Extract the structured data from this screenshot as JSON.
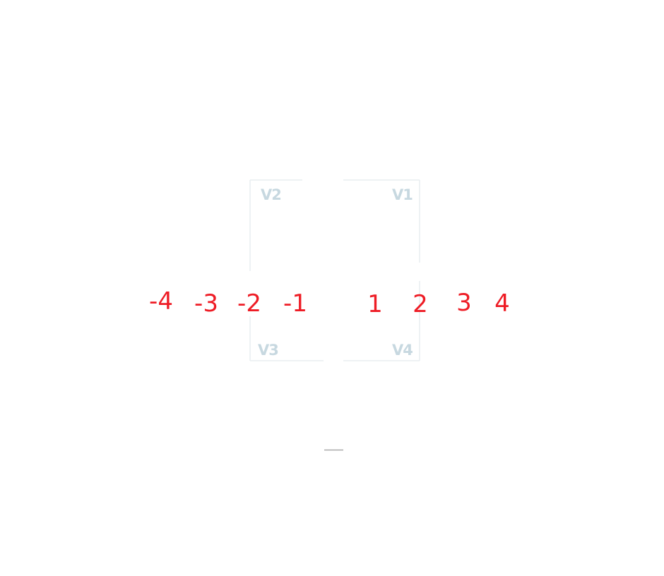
{
  "diagram": {
    "quadrants": [
      {
        "id": "v1",
        "label": "V1"
      },
      {
        "id": "v2",
        "label": "V2"
      },
      {
        "id": "v3",
        "label": "V3"
      },
      {
        "id": "v4",
        "label": "V4"
      }
    ],
    "numbers": [
      "-4",
      "-3",
      "-2",
      "-1",
      "1",
      "2",
      "3",
      "4"
    ],
    "colors": {
      "numbers": "#ee1c25",
      "quadrant_labels": "#c7d8e0",
      "box_outline": "#e8eef1",
      "underline": "#9a9a9a"
    }
  }
}
